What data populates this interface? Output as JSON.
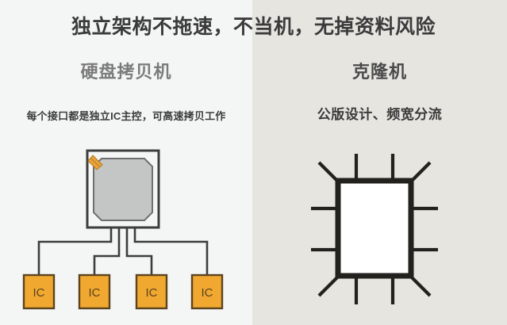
{
  "page": {
    "main_title": "独立架构不拖速，不当机，无掉资料风险",
    "background_left": "#f4f6f5",
    "background_right": "#e6e5e0",
    "title_color": "#3b3b3b"
  },
  "left_panel": {
    "heading": "硬盘拷贝机",
    "heading_color": "#7b7b7b",
    "subtitle": "每个接口都是独立IC主控，可高速拷贝工作",
    "subtitle_color": "#3b3b3b",
    "diagram": {
      "icon_name": "independent-ic-architecture-diagram",
      "controller": {
        "label": "",
        "outline_color": "#3d3d3d",
        "die_fill": "#c4c6c5",
        "die_stroke": "#6e6e6e",
        "corner_marker_color": "#e8a33d",
        "corner_marker_shadow": "#b8781f"
      },
      "ic_nodes": [
        {
          "label": "IC"
        },
        {
          "label": "IC"
        },
        {
          "label": "IC"
        },
        {
          "label": "IC"
        }
      ],
      "ic_fill": "#f0a830",
      "ic_stroke": "#5c431f",
      "ic_text_color": "#5c431f",
      "wire_color": "#3d3d3d"
    }
  },
  "right_panel": {
    "heading": "克隆机",
    "heading_color": "#4a4a4a",
    "subtitle": "公版设计、频宽分流",
    "subtitle_color": "#2f2f2f",
    "diagram": {
      "icon_name": "single-shared-chip-diagram",
      "chip": {
        "body_fill": "#ffffff",
        "body_stroke": "#22211d",
        "pin_color": "#22211d",
        "pin_count": 12
      }
    }
  }
}
